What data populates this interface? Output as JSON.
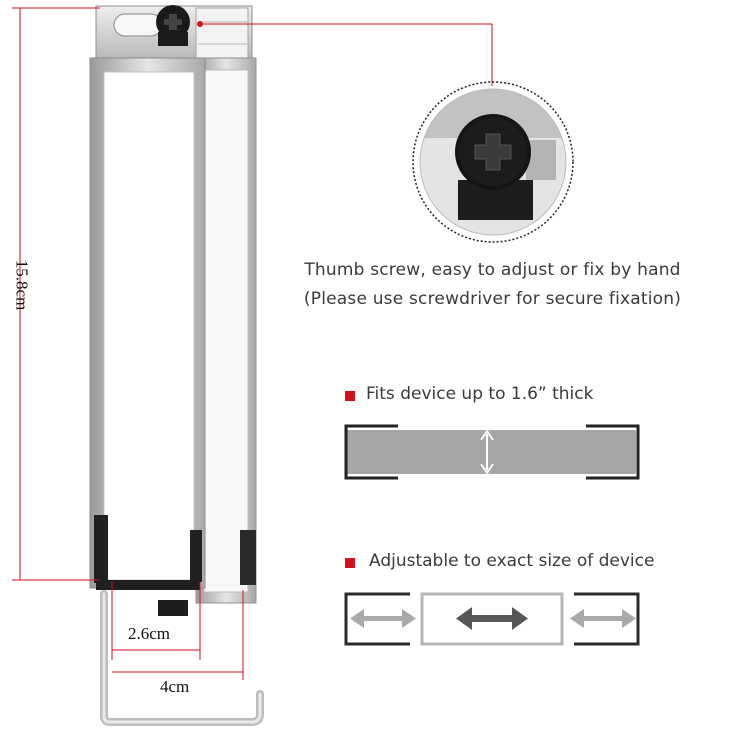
{
  "product": {
    "dimensions": {
      "height": "15.8cm",
      "inner_width": "2.6cm",
      "outer_width": "4cm"
    }
  },
  "callout": {
    "line1": "Thumb screw, easy to adjust or fix by hand",
    "line2": "(Please use screwdriver for secure fixation)"
  },
  "features": [
    {
      "label": "Fits device up to 1.6” thick",
      "icon": "thickness-diagram"
    },
    {
      "label": "Adjustable to exact size of device",
      "icon": "adjustable-diagram"
    }
  ],
  "colors": {
    "accent": "#d1121c",
    "metal": "#c9c9c9",
    "dark": "#222222"
  }
}
